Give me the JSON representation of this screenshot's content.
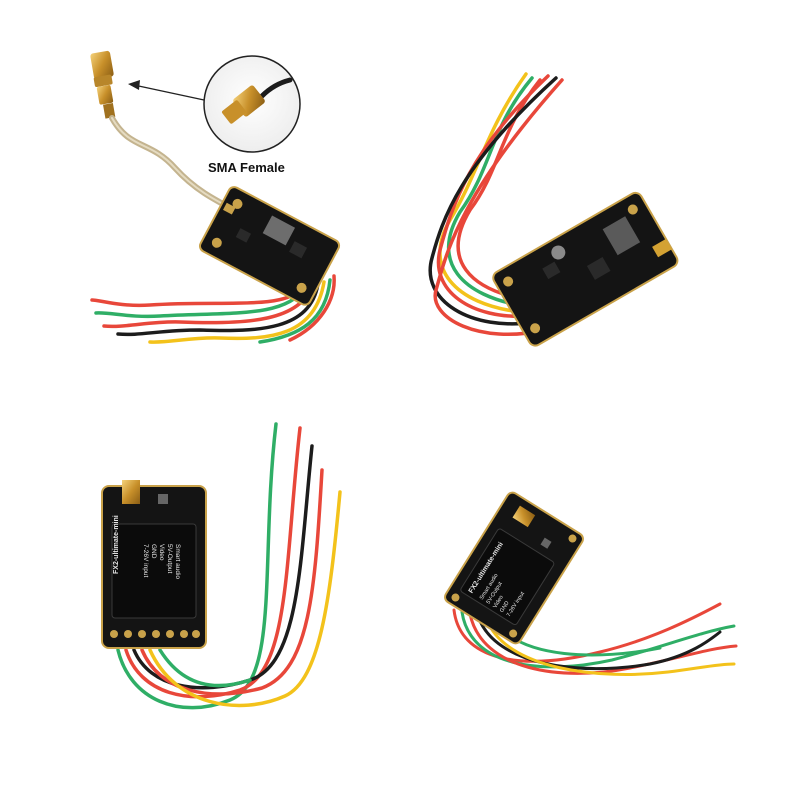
{
  "callout": {
    "label": "SMA Female"
  },
  "boards": [
    {
      "id": "bottom-left",
      "model": "FX2-ultimate-mini",
      "pins": [
        "Smart audio",
        "5V-Output",
        "Video",
        "GND",
        "7-26V input"
      ]
    },
    {
      "id": "bottom-right",
      "model": "FX2-ultimate-mini",
      "pins": [
        "Smart audio",
        "5V-Output",
        "Video",
        "GND",
        "7-26V input"
      ]
    }
  ],
  "wire_colors": {
    "red": "#e8473a",
    "green": "#2fae66",
    "yellow": "#f3c21b",
    "black": "#1c1c1c",
    "gold": "#d4a233",
    "pcb": "#141414",
    "pcb_edge": "#c9a24a"
  }
}
